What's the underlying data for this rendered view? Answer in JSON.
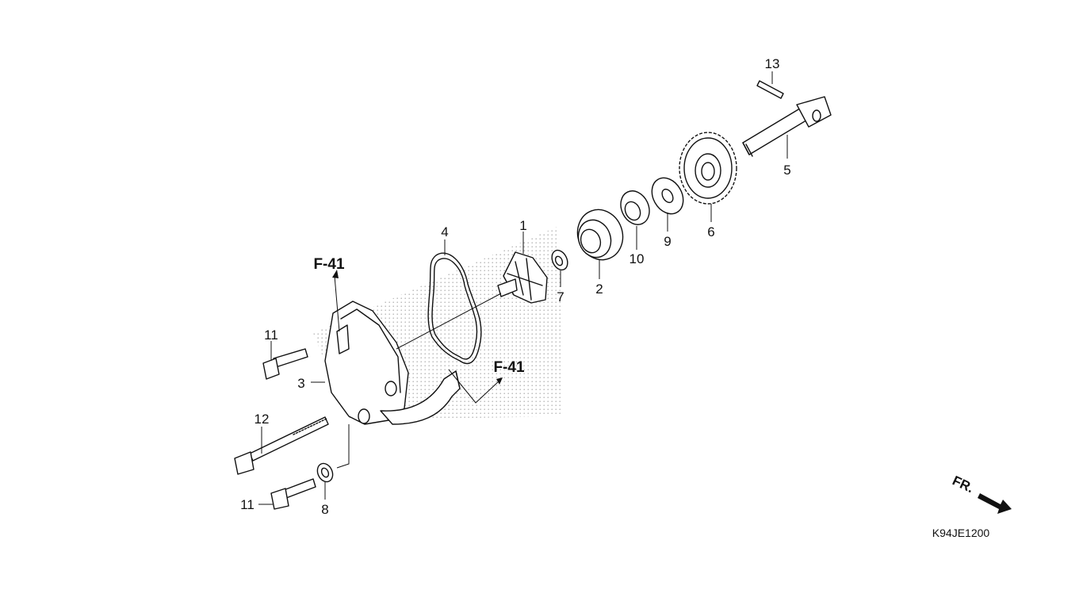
{
  "diagram": {
    "callouts": {
      "c1": "1",
      "c2": "2",
      "c3": "3",
      "c4": "4",
      "c5": "5",
      "c6": "6",
      "c7": "7",
      "c8": "8",
      "c9": "9",
      "c10": "10",
      "c11a": "11",
      "c11b": "11",
      "c12": "12",
      "c13": "13"
    },
    "references": {
      "ref_top": "F-41",
      "ref_mid": "F-41"
    },
    "direction_label": "FR.",
    "drawing_code": "K94JE1200"
  }
}
